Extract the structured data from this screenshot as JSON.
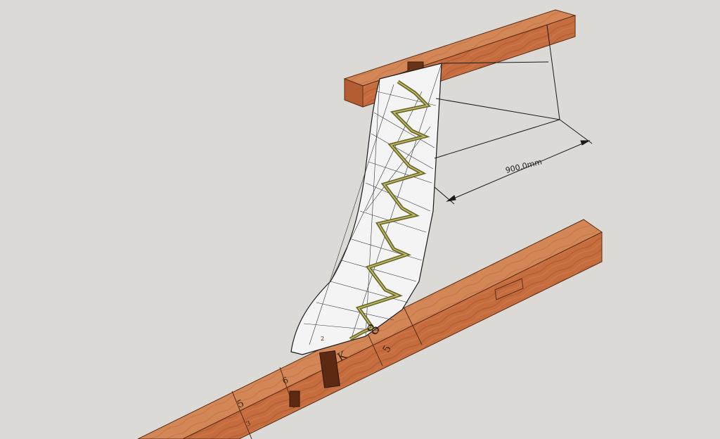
{
  "scene": {
    "dimension_label": "900,0mm",
    "beam_marks": {
      "mark_5a": "5",
      "mark_3": "3",
      "mark_6": "6",
      "mark_8": "8",
      "mark_5b": "5",
      "mark_k": "K",
      "mark_2": "2"
    }
  },
  "colors": {
    "background": "#dcdad7",
    "wood": "#c26b3e",
    "wood_top": "#d98a5c",
    "wood_side": "#a9542c",
    "stair_fill": "#f3f3f3",
    "stringer": "#6b6a2a",
    "line": "#1a1a1a"
  }
}
